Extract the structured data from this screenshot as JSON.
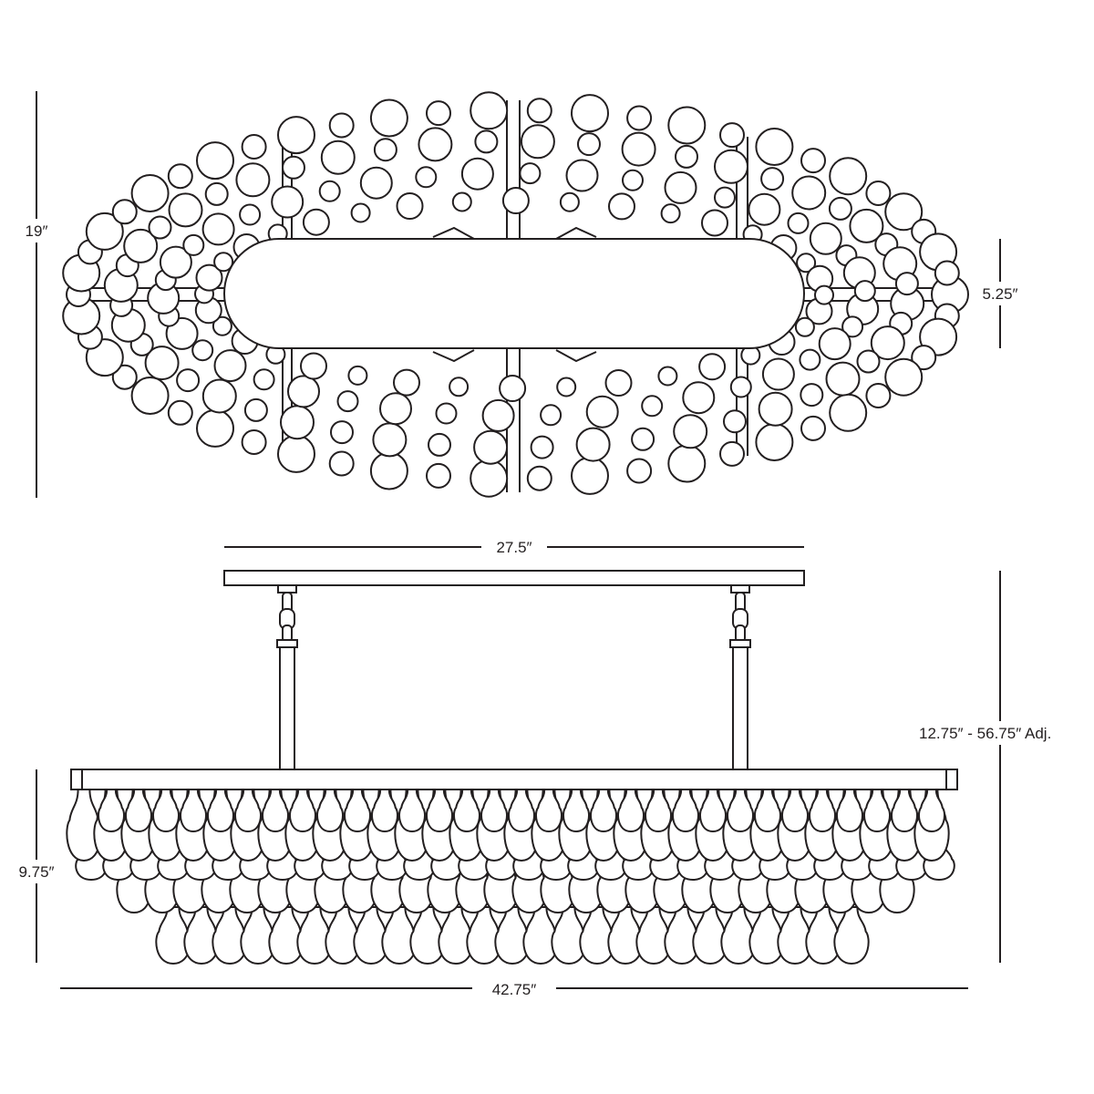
{
  "dimensions": {
    "top_height": "19″",
    "top_inner_height": "5.25″",
    "canopy_width": "27.5″",
    "overall_height": "12.75″ - 56.75″ Adj.",
    "body_height": "9.75″",
    "overall_width": "42.75″"
  },
  "colors": {
    "line": "#231f20",
    "background": "#ffffff"
  }
}
